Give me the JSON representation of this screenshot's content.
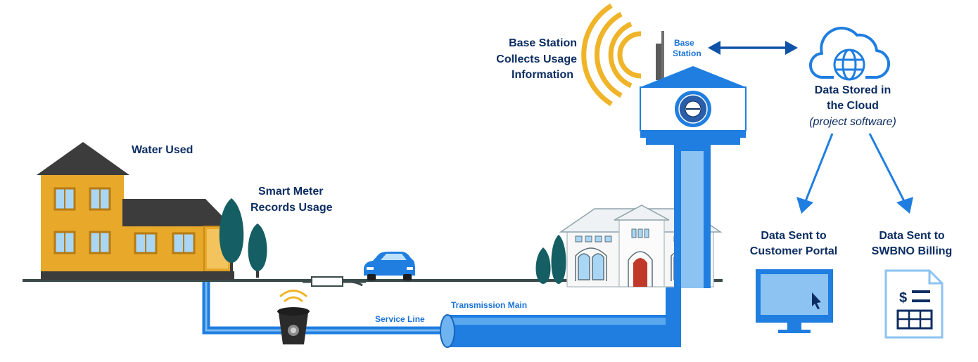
{
  "labels": {
    "water_used": "Water Used",
    "smart_meter_1": "Smart Meter",
    "smart_meter_2": "Records Usage",
    "base_station_1": "Base Station",
    "base_station_2": "Collects Usage",
    "base_station_3": "Information",
    "tower_label_1": "Base",
    "tower_label_2": "Station",
    "cloud_1": "Data Stored in",
    "cloud_2": "the Cloud",
    "cloud_3": "(project software)",
    "customer_1": "Data Sent to",
    "customer_2": "Customer Portal",
    "billing_1": "Data Sent to",
    "billing_2": "SWBNO Billing",
    "service_line": "Service Line",
    "transmission_main": "Transmission Main",
    "billing_symbol": "$"
  },
  "colors": {
    "navy": "#0c2d62",
    "blue": "#1f7ee0",
    "light_blue": "#8cc3f2",
    "signal": "#f0b429",
    "house": "#e8a82a",
    "roof": "#3c3c3c",
    "tree": "#155e63"
  }
}
